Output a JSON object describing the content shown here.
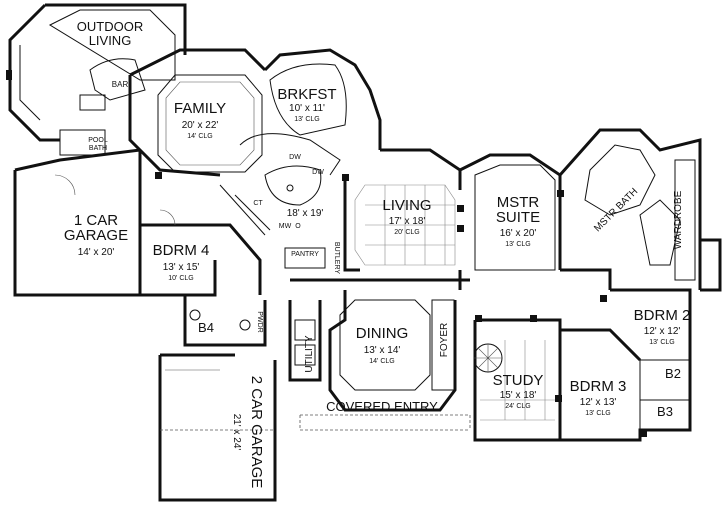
{
  "rooms": {
    "outdoor_living": {
      "name_line1": "OUTDOOR",
      "name_line2": "LIVING"
    },
    "bar": {
      "name": "BAR"
    },
    "pool_bath": {
      "name_line1": "POOL",
      "name_line2": "BATH"
    },
    "family": {
      "name": "FAMILY",
      "size": "20' x 22'",
      "ceiling": "14' CLG"
    },
    "brkfst": {
      "name": "BRKFST",
      "size": "10' x 11'",
      "ceiling": "13' CLG"
    },
    "kitchen": {
      "size": "18' x 19'",
      "dw1": "DW",
      "dw2": "DW",
      "ct": "CT",
      "mw": "MW",
      "o": "O"
    },
    "pantry": {
      "name": "PANTRY"
    },
    "butlery": {
      "name": "BUTLERY"
    },
    "living": {
      "name": "LIVING",
      "size": "17' x 18'",
      "ceiling": "20' CLG"
    },
    "mstr_suite": {
      "name_line1": "MSTR",
      "name_line2": "SUITE",
      "size": "16' x 20'",
      "ceiling": "13' CLG"
    },
    "mstr_bath": {
      "name": "MSTR BATH"
    },
    "wardrobe": {
      "name": "WARDROBE"
    },
    "one_car_garage": {
      "name_line1": "1 CAR",
      "name_line2": "GARAGE",
      "size": "14' x 20'"
    },
    "bdrm4": {
      "name": "BDRM 4",
      "size": "13' x 15'",
      "ceiling": "10' CLG"
    },
    "b4": {
      "name": "B4"
    },
    "pwdr": {
      "name": "PWDR"
    },
    "utility": {
      "name": "UTILITY"
    },
    "dining": {
      "name": "DINING",
      "size": "13' x 14'",
      "ceiling": "14' CLG"
    },
    "foyer": {
      "name": "FOYER"
    },
    "study": {
      "name": "STUDY",
      "size": "15' x 18'",
      "ceiling": "24' CLG"
    },
    "bdrm3": {
      "name": "BDRM 3",
      "size": "12' x 13'",
      "ceiling": "13' CLG"
    },
    "bdrm2": {
      "name": "BDRM 2",
      "size": "12' x 12'",
      "ceiling": "13' CLG"
    },
    "b2": {
      "name": "B2"
    },
    "b3": {
      "name": "B3"
    },
    "covered_entry": {
      "name": "COVERED ENTRY"
    },
    "two_car_garage": {
      "name": "2 CAR GARAGE",
      "size": "21' x 24'"
    }
  }
}
